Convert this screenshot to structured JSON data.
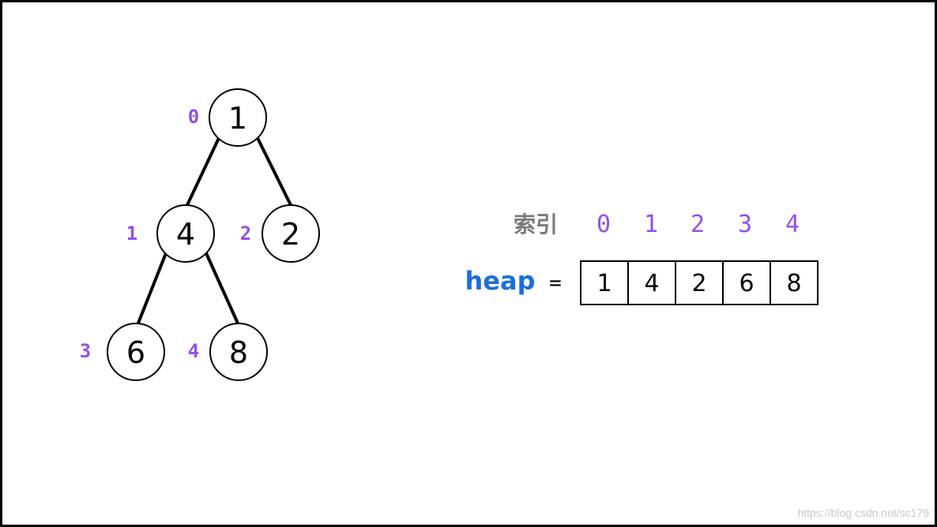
{
  "tree": {
    "nodes": [
      {
        "index": "0",
        "value": "1"
      },
      {
        "index": "1",
        "value": "4"
      },
      {
        "index": "2",
        "value": "2"
      },
      {
        "index": "3",
        "value": "6"
      },
      {
        "index": "4",
        "value": "8"
      }
    ],
    "edges": [
      [
        0,
        1
      ],
      [
        0,
        2
      ],
      [
        1,
        3
      ],
      [
        1,
        4
      ]
    ]
  },
  "array": {
    "index_caption": "索引",
    "indices": [
      "0",
      "1",
      "2",
      "3",
      "4"
    ],
    "name": "heap",
    "equals": "=",
    "values": [
      "1",
      "4",
      "2",
      "6",
      "8"
    ]
  },
  "watermark": "https://blog.csdn.net/sc179",
  "colors": {
    "index_purple": "#9450e8",
    "heap_blue": "#1b6fd8",
    "caption_gray": "#7a7a7a"
  }
}
